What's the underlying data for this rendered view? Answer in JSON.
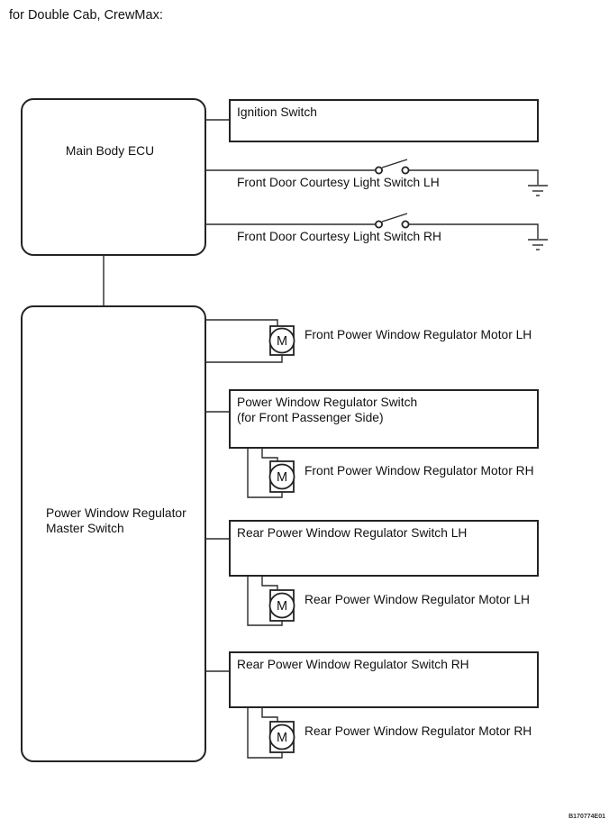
{
  "page": {
    "title": "for Double Cab, CrewMax:",
    "figure_code": "B170774E01"
  },
  "diagram": {
    "motor_symbol": "M",
    "ecu": {
      "label": "Main Body ECU"
    },
    "master_switch": {
      "line1": "Power Window Regulator",
      "line2": "Master Switch"
    },
    "ignition_switch": {
      "label": "Ignition Switch"
    },
    "courtesy_light_switch_lh": {
      "label": "Front Door Courtesy Light Switch LH"
    },
    "courtesy_light_switch_rh": {
      "label": "Front Door Courtesy Light Switch RH"
    },
    "front_motor_lh": {
      "label": "Front Power Window Regulator Motor LH"
    },
    "passenger_switch": {
      "line1": "Power Window Regulator Switch",
      "line2": "(for Front Passenger Side)"
    },
    "front_motor_rh": {
      "label": "Front Power Window Regulator Motor RH"
    },
    "rear_switch_lh": {
      "label": "Rear Power Window Regulator Switch LH"
    },
    "rear_motor_lh": {
      "label": "Rear Power Window Regulator Motor LH"
    },
    "rear_switch_rh": {
      "label": "Rear Power Window Regulator Switch RH"
    },
    "rear_motor_rh": {
      "label": "Rear Power Window Regulator Motor RH"
    }
  }
}
